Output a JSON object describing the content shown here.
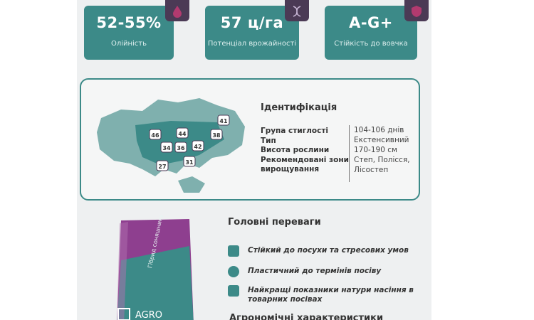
{
  "stats": [
    {
      "value": "52-55%",
      "label": "Олійність",
      "icon": "drop-icon"
    },
    {
      "value": "57 ц/га",
      "label": "Потенціал врожайності",
      "icon": "dna-icon"
    },
    {
      "value": "A-G+",
      "label": "Стійкість до вовчка",
      "icon": "shield-icon"
    }
  ],
  "identification": {
    "title": "Ідентифікація",
    "rows": [
      {
        "label": "Група стиглості",
        "value": "104-106 днів"
      },
      {
        "label": "Тип",
        "value": "Екстенсивний"
      },
      {
        "label": "Висота рослини",
        "value": "170-190 см"
      },
      {
        "label": "Рекомендовані зони вирощування",
        "value": "Степ, Полісся, Лісостеп"
      }
    ],
    "map_regions": [
      "46",
      "44",
      "34",
      "36",
      "42",
      "38",
      "41",
      "31",
      "27"
    ]
  },
  "advantages": {
    "title": "Головні переваги",
    "items": [
      {
        "text": "Стійкий до посухи та стресових умов",
        "icon": "sun-shield-icon"
      },
      {
        "text": "Пластичний до термінів посіву",
        "icon": "clock-icon"
      },
      {
        "text": "Найкращі показники натури насіння в товарних посівах",
        "icon": "bar-chart-icon"
      }
    ]
  },
  "bag": {
    "brand": "AGRO",
    "vertical_text": "Гібрид соняшнику"
  },
  "next_section_title": "Агрономічні характеристики",
  "colors": {
    "teal": "#3c8a88",
    "purple": "#4b3a55",
    "bag_purple": "#8e3f8f"
  }
}
